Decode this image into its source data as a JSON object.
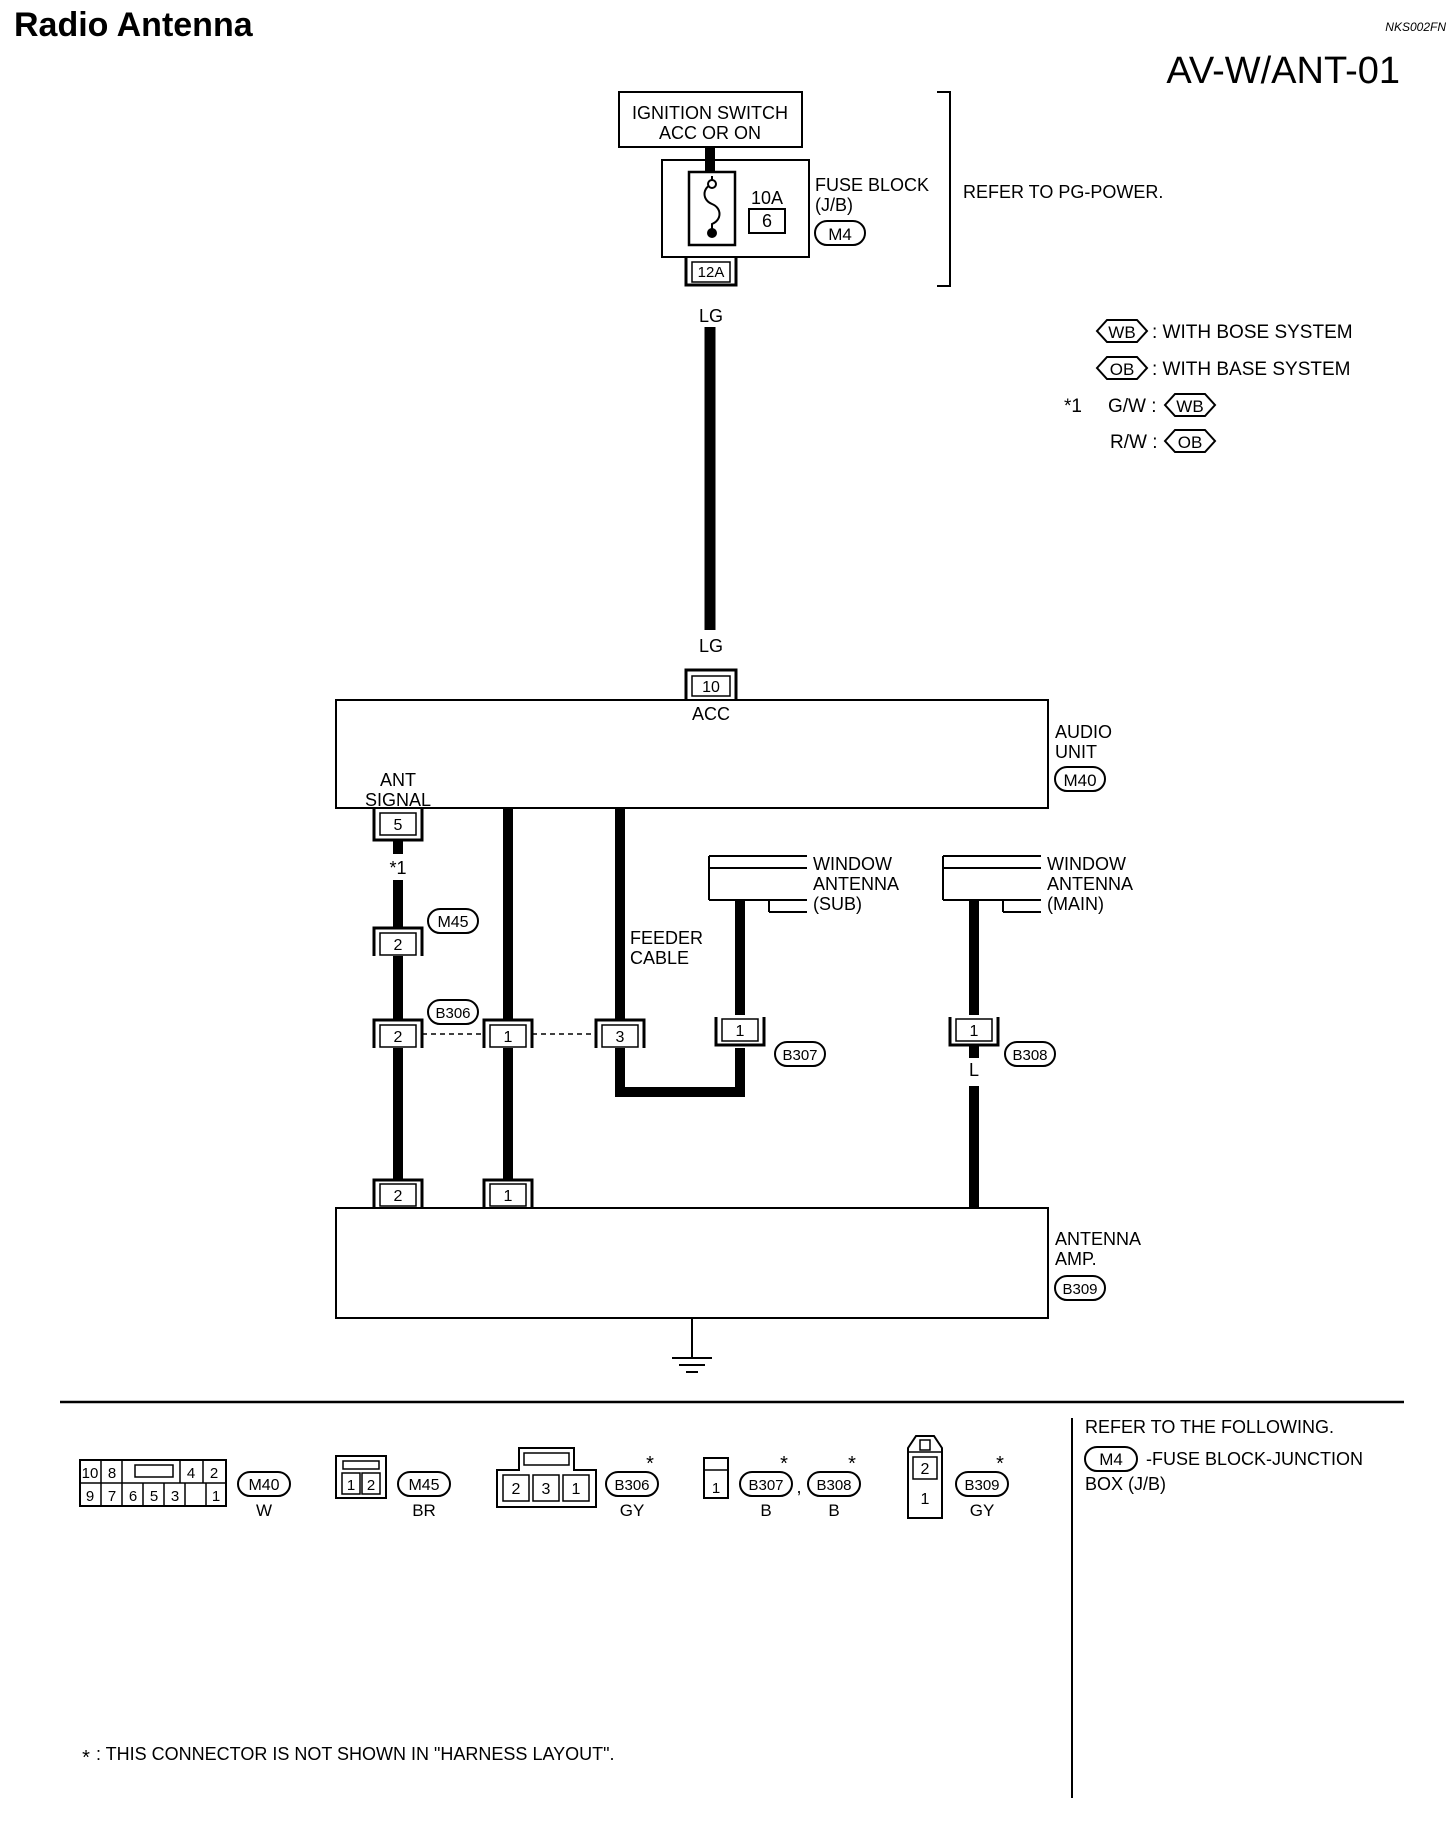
{
  "header": {
    "title": "Radio Antenna",
    "doc_code": "NKS002FN",
    "page_code": "AV-W/ANT-01"
  },
  "power": {
    "ignition_line1": "IGNITION SWITCH",
    "ignition_line2": "ACC OR ON",
    "fuse_rating": "10A",
    "fuse_number": "6",
    "fuse_block_line1": "FUSE BLOCK",
    "fuse_block_line2": "(J/B)",
    "fuse_connector": "M4",
    "fuse_output_terminal": "12A",
    "refer": "REFER TO PG-POWER.",
    "wire_top": "LG",
    "wire_bottom": "LG"
  },
  "legend": {
    "wb_badge": "WB",
    "wb_text": ": WITH BOSE SYSTEM",
    "ob_badge": "OB",
    "ob_text": ": WITH BASE SYSTEM",
    "star_mark": "*1",
    "gw_label": "G/W :",
    "gw_badge": "WB",
    "rw_label": "R/W :",
    "rw_badge": "OB"
  },
  "audio_unit": {
    "name_line1": "AUDIO",
    "name_line2": "UNIT",
    "connector": "M40",
    "acc_terminal": "10",
    "acc_label": "ACC",
    "ant_label_line1": "ANT",
    "ant_label_line2": "SIGNAL",
    "ant_terminal": "5",
    "star_note": "*1"
  },
  "harness": {
    "m45_connector": "M45",
    "m45_terminal": "2",
    "b306_connector": "B306",
    "b306_terminal_a": "2",
    "b306_terminal_b": "1",
    "b306_terminal_c": "3",
    "feeder_line1": "FEEDER",
    "feeder_line2": "CABLE",
    "b307_connector": "B307",
    "b307_terminal": "1",
    "b308_connector": "B308",
    "b308_terminal": "1",
    "main_wire": "L"
  },
  "antennas": {
    "sub_line1": "WINDOW",
    "sub_line2": "ANTENNA",
    "sub_line3": "(SUB)",
    "main_line1": "WINDOW",
    "main_line2": "ANTENNA",
    "main_line3": "(MAIN)"
  },
  "antenna_amp": {
    "name_line1": "ANTENNA",
    "name_line2": "AMP.",
    "connector": "B309",
    "terminal_a": "2",
    "terminal_b": "1"
  },
  "connector_views": {
    "m40": {
      "id": "M40",
      "color": "W",
      "top_pins": [
        "10",
        "8",
        "4",
        "2"
      ],
      "bottom_pins": [
        "9",
        "7",
        "6",
        "5",
        "3",
        "1"
      ]
    },
    "m45": {
      "id": "M45",
      "color": "BR",
      "pins": [
        "1",
        "2"
      ]
    },
    "b306": {
      "id": "B306",
      "color": "GY",
      "pins": [
        "2",
        "3",
        "1"
      ]
    },
    "b307": {
      "id": "B307",
      "color": "B",
      "pins": [
        "1"
      ]
    },
    "separator": ",",
    "b308": {
      "id": "B308",
      "color": "B"
    },
    "b309": {
      "id": "B309",
      "color": "GY",
      "pins": [
        "2",
        "1"
      ]
    },
    "star": "*"
  },
  "refer_box": {
    "line1": "REFER TO THE FOLLOWING.",
    "badge": "M4",
    "line2": "-FUSE BLOCK-JUNCTION",
    "line3": "BOX (J/B)"
  },
  "footnote": {
    "star": "*",
    "text": ": THIS CONNECTOR IS NOT SHOWN IN \"HARNESS LAYOUT\"."
  }
}
